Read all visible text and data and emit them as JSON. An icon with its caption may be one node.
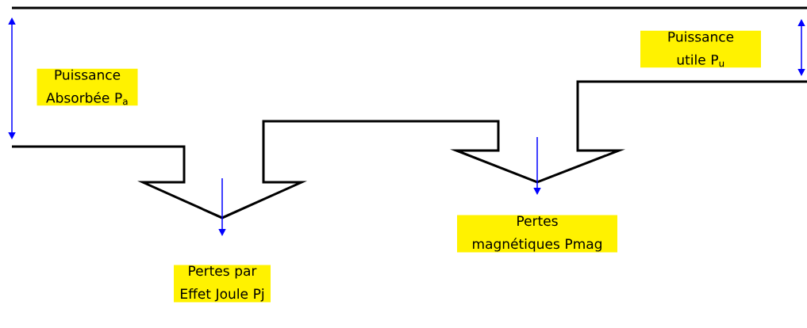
{
  "diagram": {
    "labels": [
      "Puissance Absorbée P$_{a}$",
      "Puissance utile P$_{u}$",
      "Pertes magnétiques Pmag",
      "Pertes par Effet Joule Pj"
    ]
  }
}
